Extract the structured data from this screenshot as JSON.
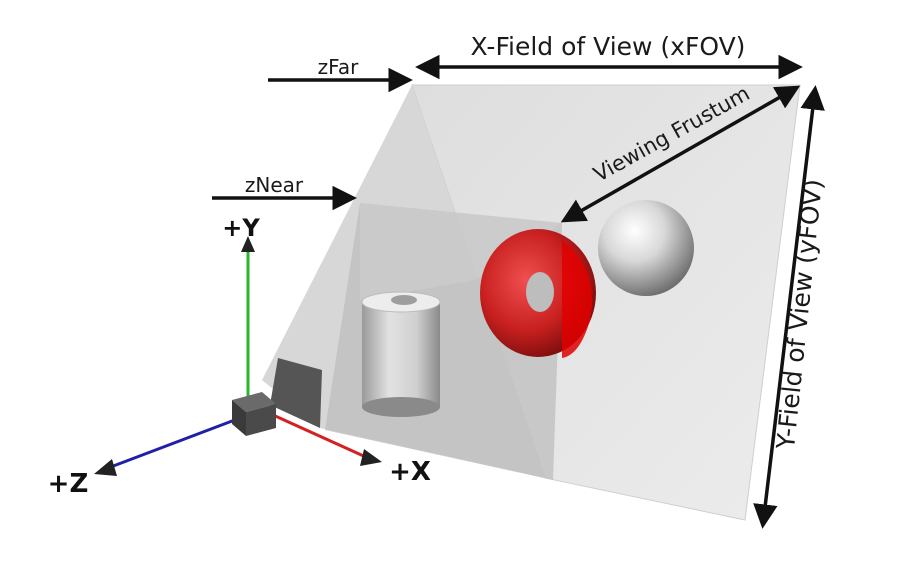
{
  "labels": {
    "x_fov": "X-Field of View (xFOV)",
    "y_fov": "Y-Field of View (yFOV)",
    "z_far": "zFar",
    "z_near": "zNear",
    "viewing_frustum": "Viewing Frustum",
    "axis_x": "+X",
    "axis_y": "+Y",
    "axis_z": "+Z"
  },
  "colors": {
    "axis_x": "#d42020",
    "axis_y": "#2bb52b",
    "axis_z": "#1f1fa8",
    "torus": "#d81818",
    "arrow": "#111111"
  },
  "objects": [
    "camera-cube",
    "cylinder",
    "torus",
    "sphere"
  ]
}
